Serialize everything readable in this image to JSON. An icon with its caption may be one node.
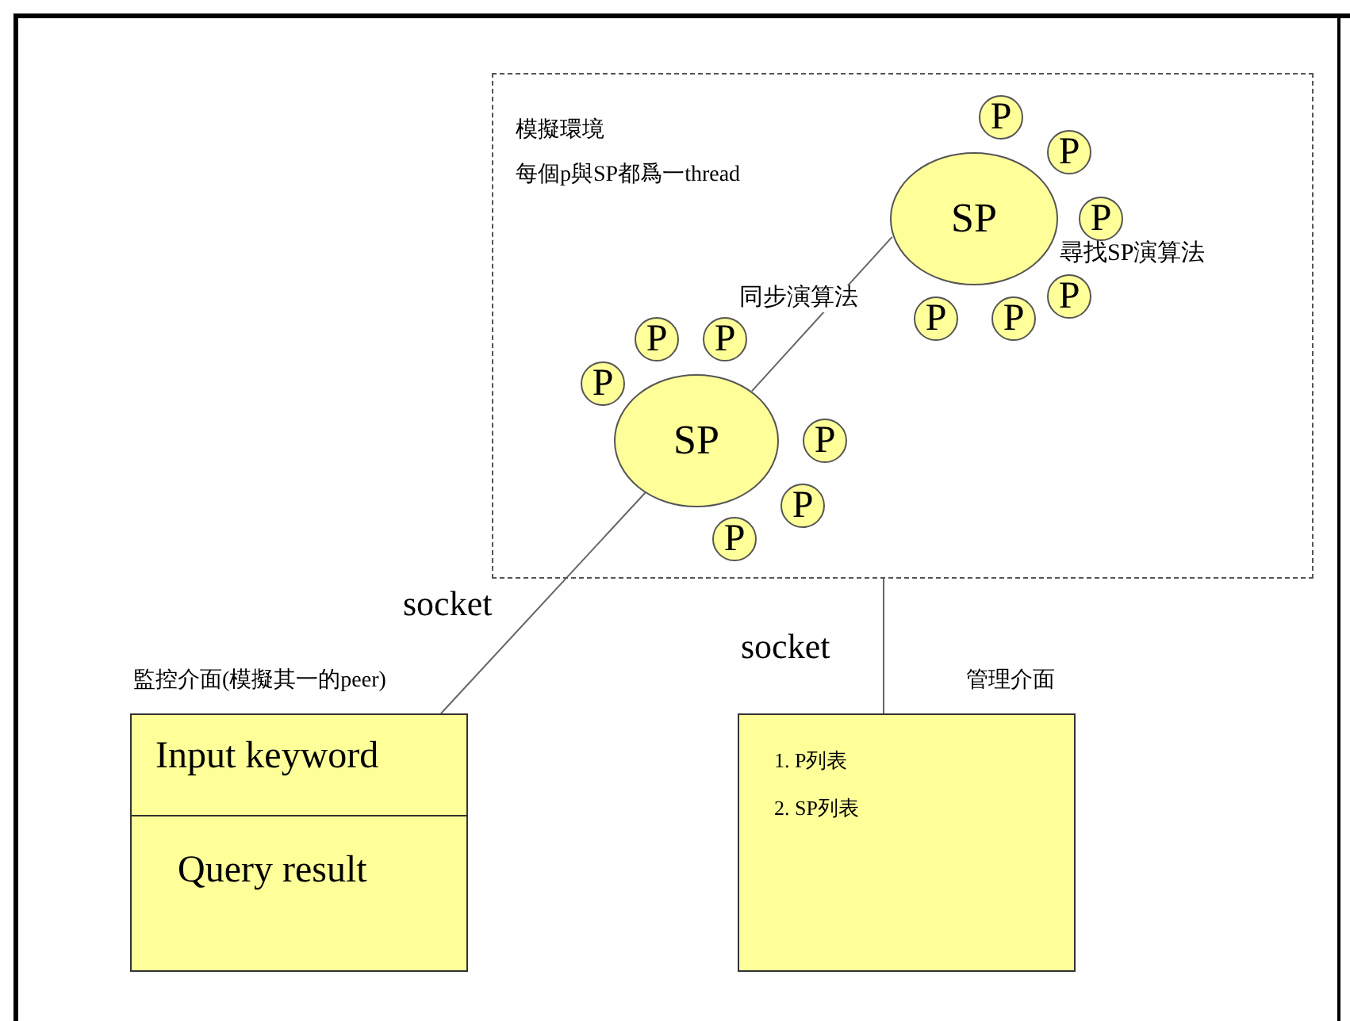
{
  "diagram": {
    "nodes": [
      {
        "text": [
          "模擬環境",
          "每個p與SP都爲一thread"
        ]
      },
      {
        "text": [
          "SP"
        ],
        "in": 0
      },
      {
        "text": [
          "SP"
        ],
        "in": 0
      },
      {
        "text": [
          "監控介面(模擬其一的peer)",
          "Input keyword",
          "Query result"
        ]
      },
      {
        "text": [
          "管理介面",
          "1. P列表",
          "2. SP列表"
        ]
      },
      {
        "text": [
          "P"
        ],
        "in": 0
      },
      {
        "text": [
          "P"
        ],
        "in": 0
      },
      {
        "text": [
          "P"
        ],
        "in": 0
      },
      {
        "text": [
          "P"
        ],
        "in": 0
      },
      {
        "text": [
          "P"
        ],
        "in": 0
      },
      {
        "text": [
          "P"
        ],
        "in": 0
      },
      {
        "text": [
          "P"
        ],
        "in": 0
      },
      {
        "text": [
          "P"
        ],
        "in": 0
      },
      {
        "text": [
          "P"
        ],
        "in": 0
      },
      {
        "text": [
          "P"
        ],
        "in": 0
      },
      {
        "text": [
          "P"
        ],
        "in": 0
      },
      {
        "text": [
          "P"
        ],
        "in": 0
      }
    ],
    "edges": [
      {
        "from": 1,
        "to": 2,
        "arrow": "none",
        "label": "同步演算法"
      },
      {
        "from": 2,
        "to": 3,
        "arrow": "none",
        "label": "socket"
      },
      {
        "from": 0,
        "to": 4,
        "arrow": "none",
        "label": "socket"
      }
    ],
    "labels": [
      "尋找SP演算法"
    ]
  }
}
